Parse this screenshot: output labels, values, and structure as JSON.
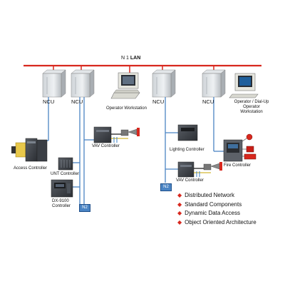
{
  "lan": {
    "prefix": "N 1",
    "name": "LAN"
  },
  "ncu_label": "NCU",
  "n2_label": "N2",
  "labels": {
    "operator_workstation": "Operator Workstation",
    "operator_dialup": [
      "Operator / Dial-Up",
      "Operator",
      "Workstation"
    ],
    "vav_controller_left": "VAV Controller",
    "vav_controller_right": "VAV Controller",
    "access_controller": "Access Controller",
    "unt_controller": "UNT Controller",
    "dx9100": [
      "DX-9100",
      "Controller"
    ],
    "lighting_controller": "Lighting Controller",
    "fire_controller": "Fire Controller"
  },
  "features": [
    "Distributed Network",
    "Standard Components",
    "Dynamic Data Access",
    "Object Oriented Architecture"
  ],
  "colors": {
    "lan_bus": "#d8281e",
    "network_line": "#4a84c4",
    "bullet": "#d8281e"
  }
}
